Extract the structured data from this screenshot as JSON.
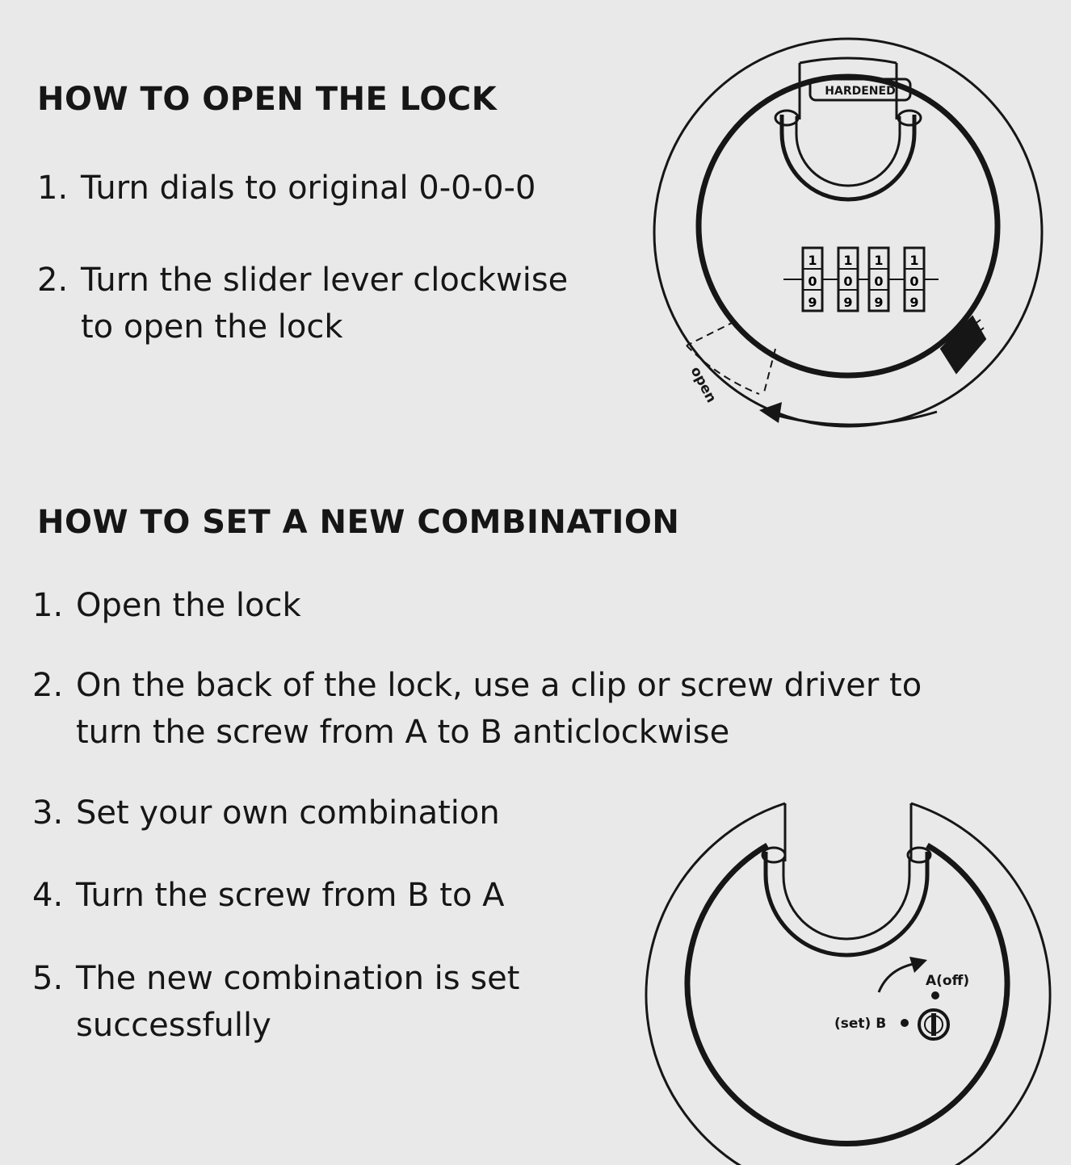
{
  "open_section": {
    "title": "HOW TO OPEN THE LOCK",
    "steps": [
      {
        "number": "1.",
        "lines": [
          "Turn dials to original 0-0-0-0"
        ]
      },
      {
        "number": "2.",
        "lines": [
          "Turn the slider lever clockwise",
          "to open the lock"
        ]
      }
    ]
  },
  "set_section": {
    "title": "HOW TO SET A NEW COMBINATION",
    "steps": [
      {
        "number": "1.",
        "lines": [
          "Open the lock"
        ]
      },
      {
        "number": "2.",
        "lines": [
          "On the back of the lock, use a clip or screw driver to",
          "turn the screw from A to B anticlockwise"
        ]
      },
      {
        "number": "3.",
        "lines": [
          "Set your own combination"
        ]
      },
      {
        "number": "4.",
        "lines": [
          "Turn the screw from B to A"
        ]
      },
      {
        "number": "5.",
        "lines": [
          "The new combination is set",
          "successfully"
        ]
      }
    ]
  },
  "front_diagram": {
    "shackle_stamp": "HARDENED",
    "dials": [
      {
        "top": "1",
        "middle": "0",
        "bottom": "9"
      },
      {
        "top": "1",
        "middle": "0",
        "bottom": "9"
      },
      {
        "top": "1",
        "middle": "0",
        "bottom": "9"
      },
      {
        "top": "1",
        "middle": "0",
        "bottom": "9"
      }
    ],
    "open_label": "open"
  },
  "back_diagram": {
    "label_a": "A(off)",
    "label_b": "(set) B"
  },
  "colors": {
    "ink": "#161616",
    "paper": "#e9e9e9"
  }
}
